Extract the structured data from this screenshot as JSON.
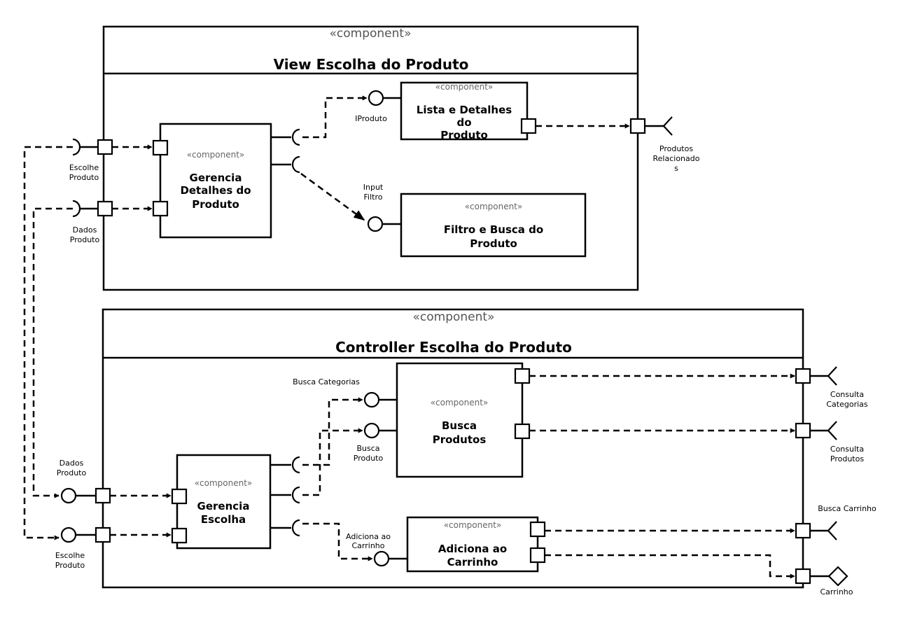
{
  "view_component": {
    "stereotype": "«component»",
    "title": "View Escolha do Produto",
    "gerencia_detalhes": {
      "stereotype": "«component»",
      "name_lines": [
        "Gerencia",
        "Detalhes do",
        "Produto"
      ]
    },
    "lista_detalhes": {
      "stereotype": "«component»",
      "name_lines": [
        "Lista e Detalhes",
        "do",
        "Produto"
      ]
    },
    "filtro_busca": {
      "stereotype": "«component»",
      "name_lines": [
        "Filtro e Busca do",
        "Produto"
      ]
    },
    "labels": {
      "iproduto": "IProduto",
      "input_filtro": [
        "Input",
        "Filtro"
      ],
      "escolhe_produto": [
        "Escolhe",
        "Produto"
      ],
      "dados_produto": [
        "Dados",
        "Produto"
      ],
      "produtos_relacionados": [
        "Produtos",
        "Relacionado",
        "s"
      ]
    }
  },
  "controller_component": {
    "stereotype": "«component»",
    "title": "Controller Escolha do Produto",
    "gerencia_escolha": {
      "stereotype": "«component»",
      "name_lines": [
        "Gerencia",
        "Escolha"
      ]
    },
    "busca_produtos": {
      "stereotype": "«component»",
      "name_lines": [
        "Busca",
        "Produtos"
      ]
    },
    "adiciona_carrinho": {
      "stereotype": "«component»",
      "name_lines": [
        "Adiciona ao",
        "Carrinho"
      ]
    },
    "labels": {
      "busca_categorias": "Busca Categorias",
      "busca_produto": [
        "Busca",
        "Produto"
      ],
      "adiciona_ao_carrinho": [
        "Adiciona ao",
        "Carrinho"
      ],
      "dados_produto": [
        "Dados",
        "Produto"
      ],
      "escolhe_produto": [
        "Escolhe",
        "Produto"
      ],
      "consulta_categorias": [
        "Consulta",
        "Categorias"
      ],
      "consulta_produtos": [
        "Consulta",
        "Produtos"
      ],
      "busca_carrinho": "Busca Carrinho",
      "carrinho": "Carrinho"
    }
  }
}
